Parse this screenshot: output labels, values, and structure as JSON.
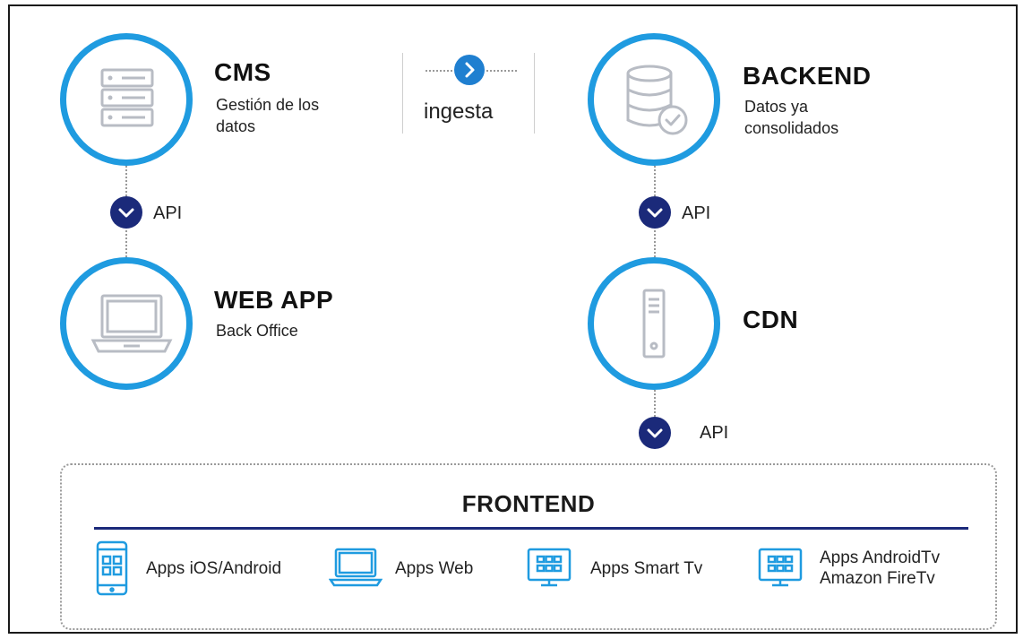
{
  "nodes": {
    "cms": {
      "title": "CMS",
      "subtitle_lines": [
        "Gestión de los",
        "datos"
      ]
    },
    "backend": {
      "title": "BACKEND",
      "subtitle_lines": [
        "Datos ya",
        "consolidados"
      ]
    },
    "webapp": {
      "title": "WEB APP",
      "subtitle_lines": [
        "Back Office"
      ]
    },
    "cdn": {
      "title": "CDN"
    }
  },
  "ingest": {
    "label": "ingesta"
  },
  "connectors": {
    "cms_to_webapp": "API",
    "backend_to_cdn": "API",
    "cdn_to_frontend": "API"
  },
  "frontend": {
    "title": "FRONTEND",
    "items": [
      {
        "label_lines": [
          "Apps iOS/Android"
        ],
        "icon": "smartphone-icon"
      },
      {
        "label_lines": [
          "Apps Web"
        ],
        "icon": "laptop-icon"
      },
      {
        "label_lines": [
          "Apps Smart Tv"
        ],
        "icon": "smart-tv-icon"
      },
      {
        "label_lines": [
          "Apps AndroidTv",
          "Amazon FireTv"
        ],
        "icon": "android-tv-icon"
      }
    ]
  },
  "colors": {
    "accent_blue": "#1f9be0",
    "navy": "#1b2a7a",
    "icon_grey": "#b8bcc4",
    "dotted_grey": "#9a9a9a"
  }
}
